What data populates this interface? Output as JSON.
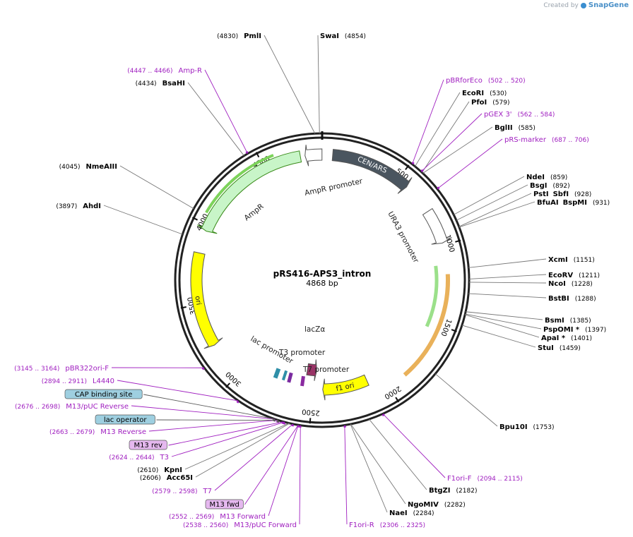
{
  "credit": {
    "text": "Created by",
    "brand": "SnapGene"
  },
  "plasmid": {
    "name": "pRS416-APS3_intron",
    "size_label": "4868 bp",
    "length": 4868
  },
  "ticks": [
    500,
    1000,
    1500,
    2000,
    2500,
    3000,
    3500,
    4000,
    4500
  ],
  "features": [
    {
      "name": "CEN/ARS",
      "start": 65,
      "end": 570,
      "dir": 1,
      "color": "#4a555f",
      "track": "outer",
      "label_style": "inside"
    },
    {
      "name": "AmpR promoter",
      "start": 4762,
      "end": 4867,
      "dir": -1,
      "color": "#ffffff",
      "track": "outer",
      "label_style": "below"
    },
    {
      "name": "AmpR",
      "start": 3961,
      "end": 4733,
      "dir": -1,
      "color": "#c8f5c8",
      "track": "outer",
      "label_style": "below"
    },
    {
      "name": "URA3 promoter",
      "start": 770,
      "end": 985,
      "dir": 1,
      "color": "#ffffff",
      "track": "outer",
      "label_style": "below"
    },
    {
      "name": "ori",
      "start": 3230,
      "end": 3820,
      "dir": -1,
      "color": "#ffff00",
      "track": "outer",
      "label_style": "inside"
    },
    {
      "name": "f1 ori",
      "start": 2110,
      "end": 2430,
      "dir": 1,
      "color": "#ffff00",
      "track": "inner",
      "label_style": "inside"
    },
    {
      "name": "lacZα",
      "start": 2480,
      "end": 2560,
      "dir": -1,
      "color": "#993366",
      "track": "inner2",
      "label_style": "above"
    }
  ],
  "center_labels": [
    {
      "text": "T3 promoter"
    },
    {
      "text": "T7 promoter"
    },
    {
      "text": "lac promoter"
    }
  ],
  "sites_right": [
    {
      "name": "PmlI",
      "pos": "(4830)"
    },
    {
      "name": "SwaI",
      "pos": "(4854)"
    },
    {
      "name": "EcoRI",
      "pos": "(530)"
    },
    {
      "name": "PfoI",
      "pos": "(579)"
    },
    {
      "name": "BglII",
      "pos": "(585)"
    },
    {
      "name": "NdeI",
      "pos": "(859)"
    },
    {
      "name": "BsgI",
      "pos": "(892)"
    },
    {
      "name": "PstI",
      "name2": "SbfI",
      "pos": "(928)"
    },
    {
      "name": "BfuAI",
      "name2": "BspMI",
      "pos": "(931)"
    },
    {
      "name": "XcmI",
      "pos": "(1151)"
    },
    {
      "name": "EcoRV",
      "pos": "(1211)"
    },
    {
      "name": "NcoI",
      "pos": "(1228)"
    },
    {
      "name": "BstBI",
      "pos": "(1288)"
    },
    {
      "name": "BsmI",
      "pos": "(1385)"
    },
    {
      "name": "PspOMI *",
      "pos": "(1397)"
    },
    {
      "name": "ApaI *",
      "pos": "(1401)"
    },
    {
      "name": "StuI",
      "pos": "(1459)"
    },
    {
      "name": "Bpu10I",
      "pos": "(1753)"
    },
    {
      "name": "BtgZI",
      "pos": "(2182)"
    },
    {
      "name": "NgoMIV",
      "pos": "(2282)"
    },
    {
      "name": "NaeI",
      "pos": "(2284)"
    }
  ],
  "sites_left": [
    {
      "name": "BsaHI",
      "pos": "(4434)"
    },
    {
      "name": "NmeAIII",
      "pos": "(4045)"
    },
    {
      "name": "AhdI",
      "pos": "(3897)"
    },
    {
      "name": "KpnI",
      "pos": "(2610)"
    },
    {
      "name": "Acc65I",
      "pos": "(2606)"
    }
  ],
  "primers": [
    {
      "name": "Amp-R",
      "range": "(4447 .. 4466)"
    },
    {
      "name": "pBRforEco",
      "range": "(502 .. 520)"
    },
    {
      "name": "pGEX 3'",
      "range": "(562 .. 584)"
    },
    {
      "name": "pRS-marker",
      "range": "(687 .. 706)"
    },
    {
      "name": "pBR322ori-F",
      "range": "(3145 .. 3164)"
    },
    {
      "name": "L4440",
      "range": "(2894 .. 2911)"
    },
    {
      "name": "M13/pUC Reverse",
      "range": "(2676 .. 2698)"
    },
    {
      "name": "M13 Reverse",
      "range": "(2663 .. 2679)"
    },
    {
      "name": "T3",
      "range": "(2624 .. 2644)"
    },
    {
      "name": "T7",
      "range": "(2579 .. 2598)"
    },
    {
      "name": "M13 Forward",
      "range": "(2552 .. 2569)"
    },
    {
      "name": "M13/pUC Forward",
      "range": "(2538 .. 2560)"
    },
    {
      "name": "F1ori-R",
      "range": "(2306 .. 2325)"
    },
    {
      "name": "F1ori-F",
      "range": "(2094 .. 2115)"
    }
  ],
  "boxed_labels": [
    {
      "name": "CAP binding site",
      "color": "#9ecfe0"
    },
    {
      "name": "lac operator",
      "color": "#9ecfe0"
    },
    {
      "name": "M13 rev",
      "color": "#e5b8ef"
    },
    {
      "name": "M13 fwd",
      "color": "#e5b8ef"
    }
  ],
  "colors": {
    "primer": "#a020c0",
    "enzyme": "#000000",
    "backbone": "#222222"
  }
}
